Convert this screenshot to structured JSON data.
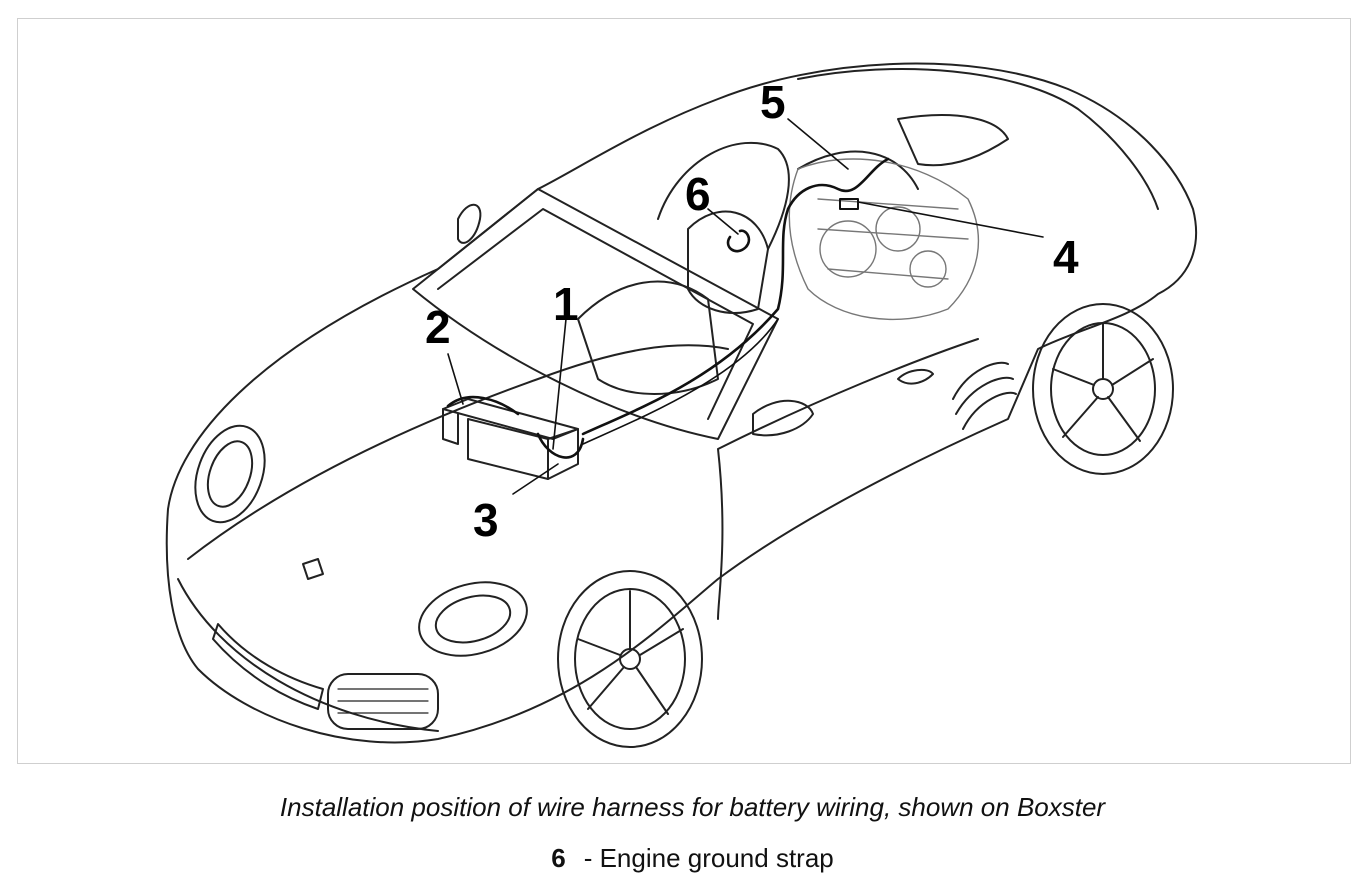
{
  "callouts": {
    "c1": "1",
    "c2": "2",
    "c3": "3",
    "c4": "4",
    "c5": "5",
    "c6": "6"
  },
  "caption": "Installation position of wire harness for battery wiring, shown on Boxster",
  "legend": {
    "number": "6",
    "text": "- Engine ground strap"
  }
}
